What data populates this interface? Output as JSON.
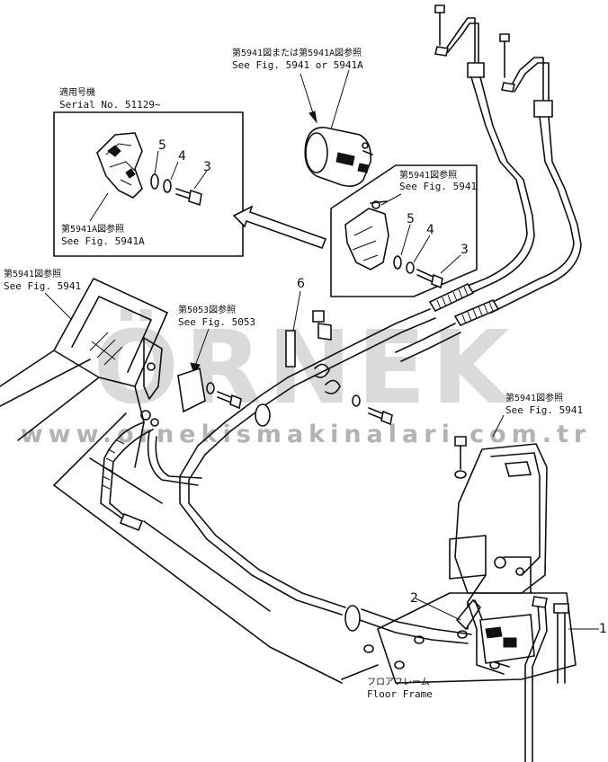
{
  "callouts": {
    "top_ref_jp": "第5941図または第5941A図参照",
    "top_ref_en": "See Fig. 5941  or  5941A",
    "serial_jp": "適用号機",
    "serial_en": "Serial No. 51129~",
    "inset_ref_jp": "第5941A図参照",
    "inset_ref_en": "See Fig. 5941A",
    "right_ref_jp": "第5941図参照",
    "right_ref_en": "See Fig. 5941",
    "left_ref_jp": "第5941図参照",
    "left_ref_en": "See Fig. 5941",
    "mid_ref_jp": "第5053図参照",
    "mid_ref_en": "See Fig. 5053",
    "br_ref_jp": "第5941図参照",
    "br_ref_en": "See  Fig.  5941",
    "floor_jp": "フロアフレーム",
    "floor_en": "Floor  Frame"
  },
  "part_numbers": {
    "inset_5": "5",
    "inset_4": "4",
    "inset_3": "3",
    "box_5": "5",
    "box_4": "4",
    "box_3": "3",
    "p6": "6",
    "p2": "2",
    "p1": "1"
  },
  "watermark": {
    "main": "ÖRNEK",
    "sub": "www.ornekismakinalari.com.tr",
    "color": "#bdbdbd"
  }
}
